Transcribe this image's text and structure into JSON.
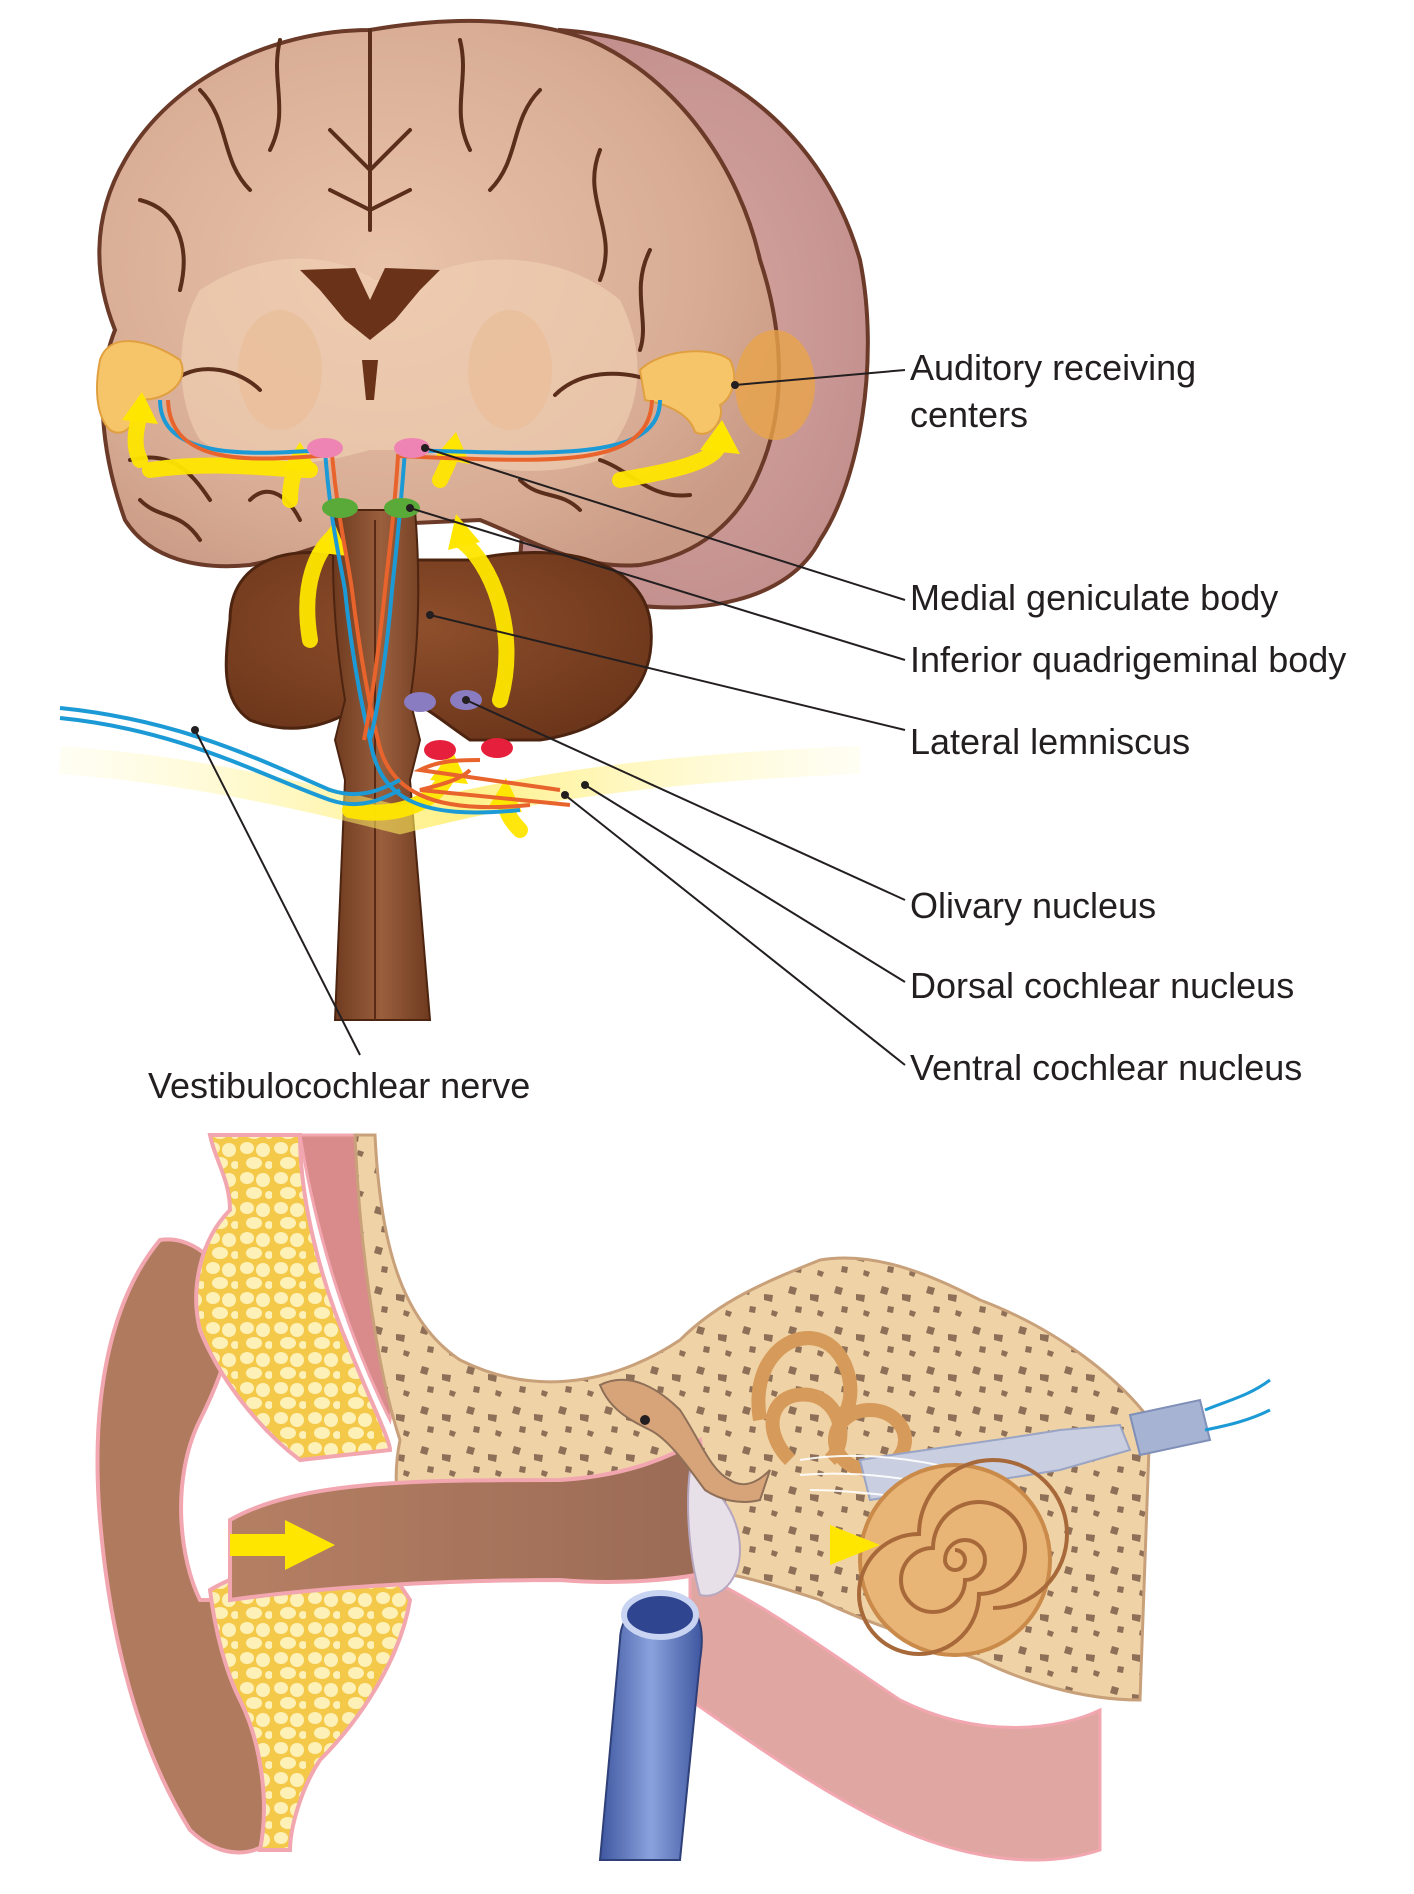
{
  "labels": {
    "auditory_centers_line1": "Auditory receiving",
    "auditory_centers_line2": "centers",
    "medial_geniculate": "Medial geniculate body",
    "inferior_quadrigeminal": "Inferior quadrigeminal body",
    "lateral_lemniscus": "Lateral lemniscus",
    "olivary_nucleus": "Olivary nucleus",
    "dorsal_cochlear": "Dorsal cochlear nucleus",
    "ventral_cochlear": "Ventral cochlear nucleus",
    "vestibulocochlear": "Vestibulocochlear nerve"
  },
  "colors": {
    "brain_tissue": "#dcb29a",
    "sulcus": "#5a2e1a",
    "brainstem": "#8b5234",
    "cerebellum": "#7a3f22",
    "auditory_center": "#f6c56a",
    "sound_arrow": "#ffe600",
    "nerve_blue": "#1c9ad6",
    "nerve_orange": "#e8642c",
    "medial_geniculate_dot": "#ee84b4",
    "inferior_quadrigeminal_dot": "#5aaa3a",
    "olivary_dot": "#8a7cc0",
    "cochlear_dot": "#e6203c",
    "bone": "#efd3a6",
    "fat": "#fbe48a",
    "cochlea": "#e8b577",
    "blood_vessel": "#5f78b8",
    "ear_canal": "#b68466"
  }
}
